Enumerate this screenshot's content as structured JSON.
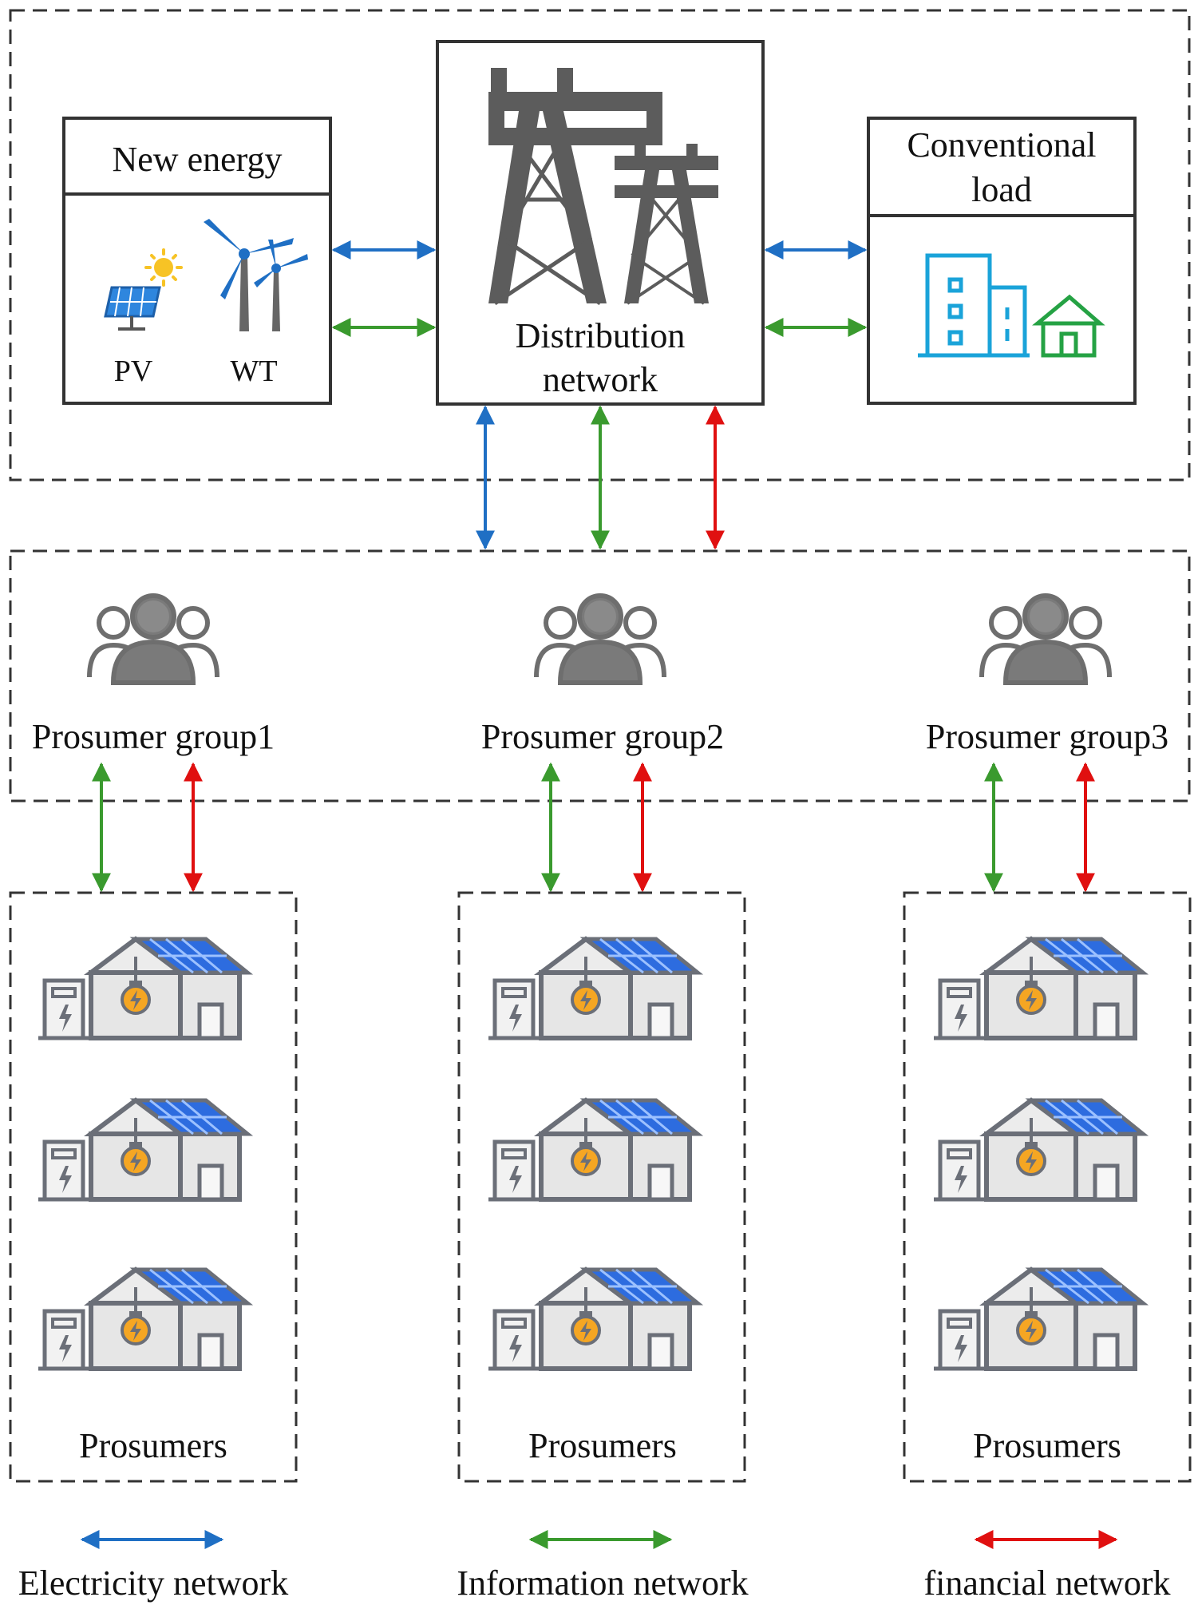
{
  "colors": {
    "electricity": "#1f6fc4",
    "information": "#3a9a2e",
    "financial": "#e01010",
    "tower": "#5c5c5c",
    "frame": "#333333",
    "panel": "#2e86de",
    "roof_panel": "#2d6cdf",
    "bulb": "#f5a623",
    "building": "#1aa3d9",
    "home_green": "#25a244",
    "person": "#777777"
  },
  "top": {
    "new_energy": {
      "title": "New energy",
      "pv": "PV",
      "wt": "WT"
    },
    "distribution": {
      "line1": "Distribution",
      "line2": "network"
    },
    "conventional_load": {
      "line1": "Conventional",
      "line2": "load"
    }
  },
  "groups": [
    {
      "label": "Prosumer group1",
      "prosumers": "Prosumers"
    },
    {
      "label": "Prosumer group2",
      "prosumers": "Prosumers"
    },
    {
      "label": "Prosumer group3",
      "prosumers": "Prosumers"
    }
  ],
  "legend": {
    "electricity": "Electricity network",
    "information": "Information network",
    "financial": "financial network"
  },
  "icons": {
    "tower": "transmission-tower-icon",
    "solar": "solar-panel-icon",
    "sun": "sun-icon",
    "turbine": "wind-turbine-icon",
    "building": "building-icon",
    "home": "house-icon",
    "group": "people-group-icon",
    "prosumer": "prosumer-house-icon",
    "charger": "charging-station-icon"
  }
}
